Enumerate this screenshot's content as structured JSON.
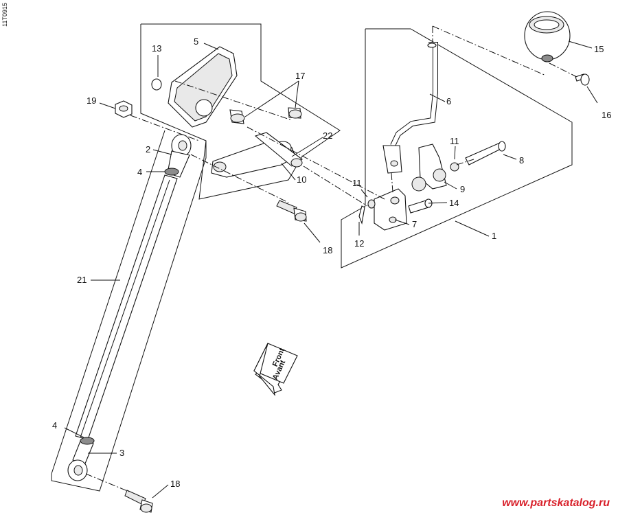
{
  "diagram": {
    "code": "11T0915",
    "direction_label": [
      "Front",
      "Avant"
    ],
    "watermark": "www.partskatalog.ru",
    "callouts": [
      "1",
      "2",
      "3",
      "4",
      "4",
      "5",
      "6",
      "7",
      "8",
      "9",
      "10",
      "11",
      "11",
      "12",
      "13",
      "14",
      "15",
      "16",
      "17",
      "18",
      "18",
      "19",
      "21",
      "22"
    ]
  }
}
